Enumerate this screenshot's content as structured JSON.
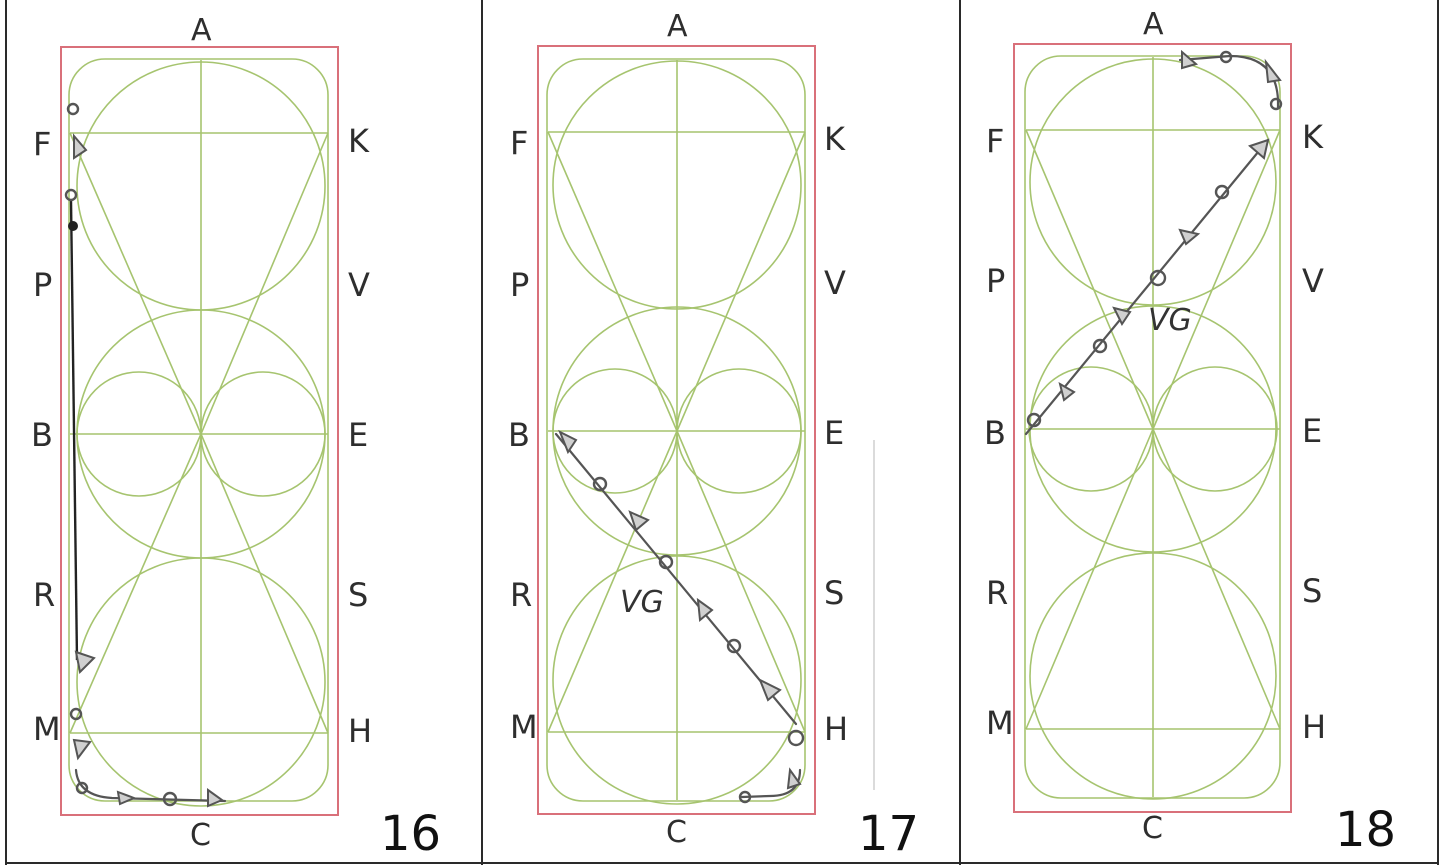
{
  "arena_letters": {
    "top": "A",
    "bottom": "C",
    "left": [
      "F",
      "P",
      "B",
      "R",
      "M"
    ],
    "right": [
      "K",
      "V",
      "E",
      "S",
      "H"
    ]
  },
  "panels": [
    {
      "number": "16"
    },
    {
      "number": "17",
      "marker": "VG"
    },
    {
      "number": "18",
      "marker": "VG"
    }
  ],
  "colors": {
    "arena_border": "#d9707a",
    "figure_lines": "#a6c46f",
    "track": "#555555"
  }
}
